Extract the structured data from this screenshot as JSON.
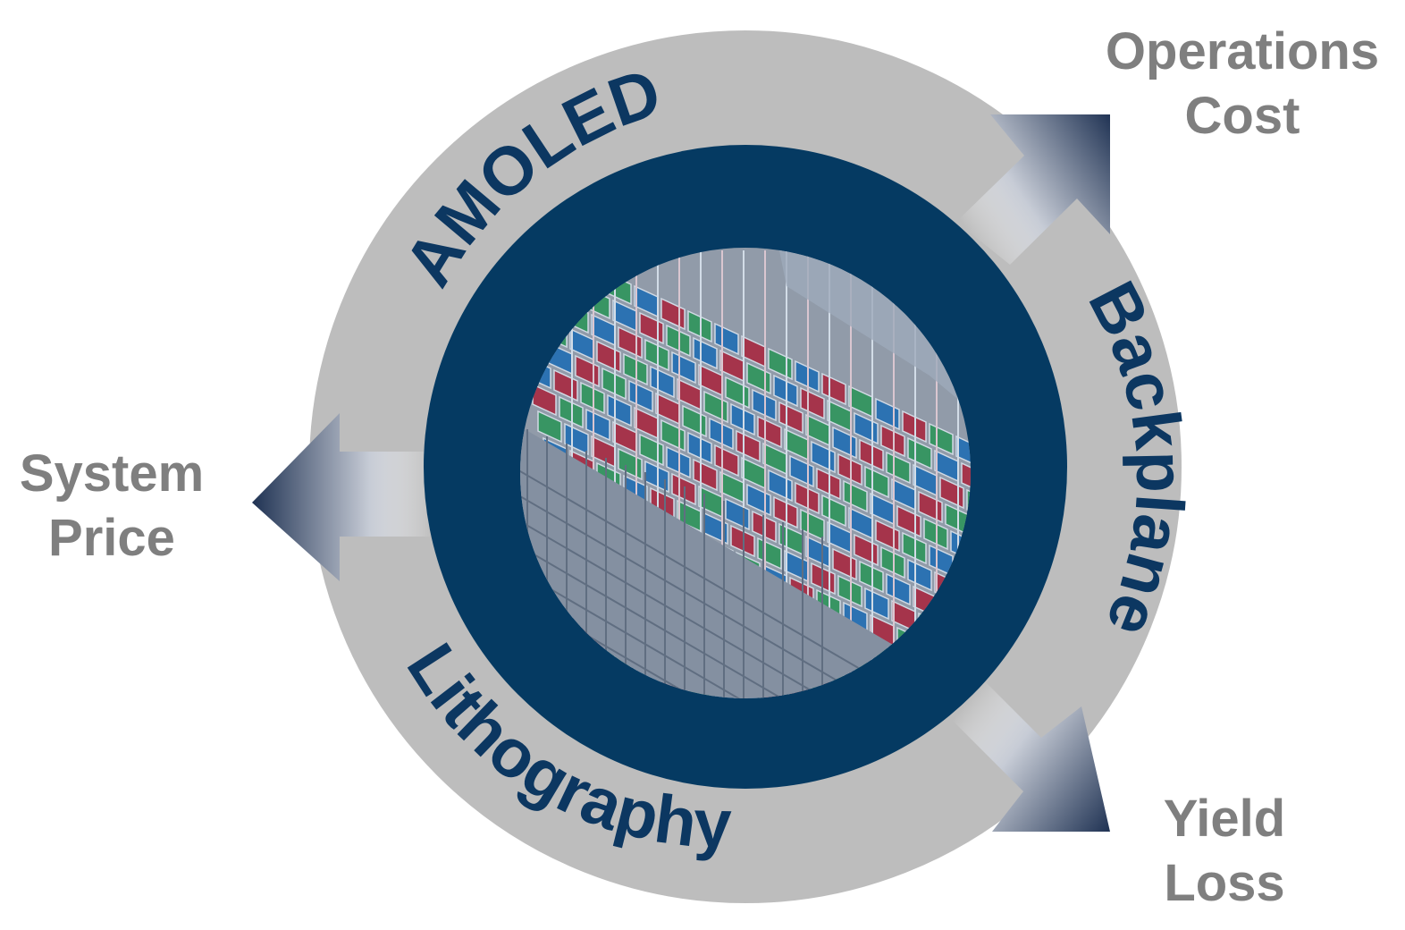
{
  "ring_labels": {
    "top": "AMOLED",
    "right": "Backplane",
    "bottom": "Lithography"
  },
  "outcomes": {
    "operations_cost": {
      "line1": "Operations",
      "line2": "Cost"
    },
    "system_price": {
      "line1": "System",
      "line2": "Price"
    },
    "yield_loss": {
      "line1": "Yield",
      "line2": "Loss"
    }
  },
  "colors": {
    "outer_ring": "#bdbdbd",
    "inner_ring": "#053a62",
    "ring_text": "#0c3761",
    "outcome_text": "#7f7f7f",
    "arrow_dark": "#1f3253",
    "pixel_red": "#b3243a",
    "pixel_green": "#2e9a57",
    "pixel_blue": "#1f6fb8",
    "backplane_grey": "#7d8898"
  },
  "icons": {
    "center": "amoled-pixel-array-image",
    "arrows": "gradient-arrow-icon"
  }
}
